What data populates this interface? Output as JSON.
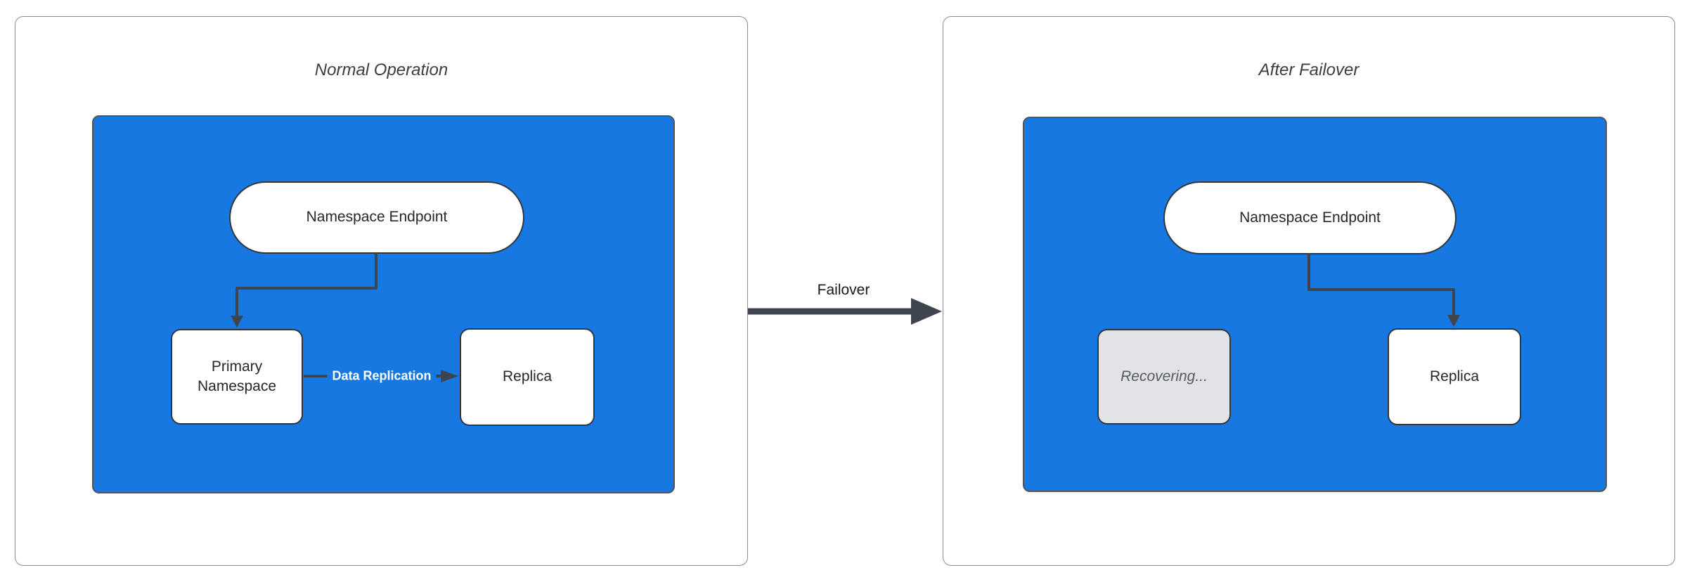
{
  "colors": {
    "cluster_fill": "#1778e2",
    "cluster_border": "#4d565e",
    "node_border": "#30363d",
    "connector": "#3e454f",
    "panel_border": "#8b8b8b",
    "title_text": "#3d3d3d",
    "gray_fill": "#e2e3e6",
    "gray_text": "#555a62"
  },
  "panels": [
    {
      "title": "Normal Operation",
      "nodes": {
        "endpoint": "Namespace Endpoint",
        "primary": "Primary Namespace",
        "replica": "Replica"
      },
      "edge_label": "Data Replication"
    },
    {
      "title": "After Failover",
      "nodes": {
        "endpoint": "Namespace Endpoint",
        "recovering": "Recovering...",
        "replica": "Replica"
      }
    }
  ],
  "failover": {
    "label": "Failover"
  }
}
